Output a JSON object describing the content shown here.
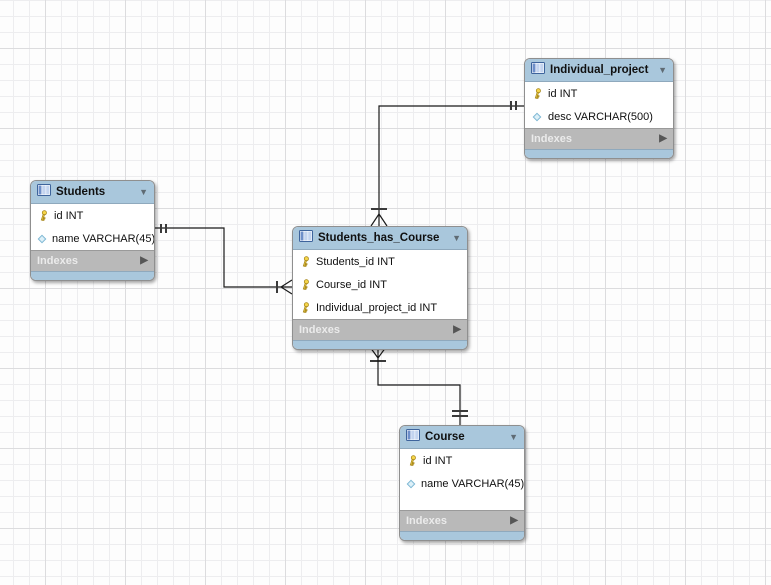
{
  "diagram": {
    "tables": [
      {
        "name": "Students",
        "columns": [
          {
            "icon": "primary-key-icon",
            "text": "id INT"
          },
          {
            "icon": "nullable-column-diamond-icon",
            "text": "name VARCHAR(45)"
          }
        ],
        "footer_label": "Indexes"
      },
      {
        "name": "Students_has_Course",
        "columns": [
          {
            "icon": "primary-key-icon",
            "text": "Students_id INT"
          },
          {
            "icon": "primary-key-icon",
            "text": "Course_id INT"
          },
          {
            "icon": "primary-key-icon",
            "text": "Individual_project_id INT"
          }
        ],
        "footer_label": "Indexes"
      },
      {
        "name": "Individual_project",
        "columns": [
          {
            "icon": "primary-key-icon",
            "text": "id INT"
          },
          {
            "icon": "nullable-column-diamond-icon",
            "text": "desc VARCHAR(500)"
          }
        ],
        "footer_label": "Indexes"
      },
      {
        "name": "Course",
        "columns": [
          {
            "icon": "primary-key-icon",
            "text": "id INT"
          },
          {
            "icon": "nullable-column-diamond-icon",
            "text": "name VARCHAR(45)"
          }
        ],
        "footer_label": "Indexes"
      }
    ],
    "relationships": [
      {
        "one_side": "Students",
        "many_side": "Students_has_Course",
        "one_marker": "double-tick",
        "many_marker": "crow-foot-with-tick",
        "line_style": "solid"
      },
      {
        "one_side": "Individual_project",
        "many_side": "Students_has_Course",
        "one_marker": "double-tick",
        "many_marker": "crow-foot-with-tick",
        "line_style": "solid"
      },
      {
        "one_side": "Course",
        "many_side": "Students_has_Course",
        "one_marker": "double-tick",
        "many_marker": "crow-foot-with-tick",
        "line_style": "solid"
      }
    ],
    "colors": {
      "table_header_blue": "#a9c7dc",
      "table_footer_blue": "#a9c7dc",
      "indexes_bar_gray": "#b9b9b9",
      "body_white": "#ffffff",
      "relationship_line": "#1a1a1a",
      "cardinality_tick": "#3a3a3a",
      "grid_minor": "#ededef",
      "grid_major": "#dcdcde",
      "key_icon_gold": "#f6d64a",
      "diamond_icon_blue": "#7fb8d4"
    }
  }
}
